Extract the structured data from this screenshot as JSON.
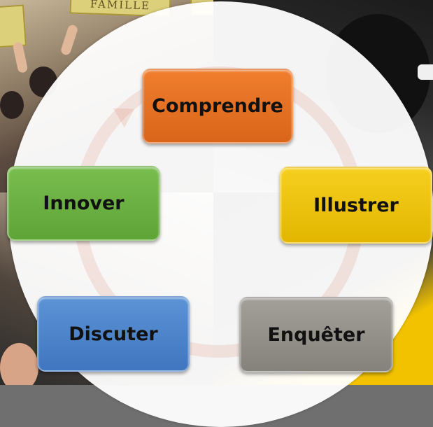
{
  "background": {
    "sign_text": "FAMILLE"
  },
  "cycle": {
    "steps": [
      {
        "label": "Comprendre",
        "color": "#f07e2e",
        "color_dark": "#d9651a"
      },
      {
        "label": "Illustrer",
        "color": "#f6cf1f",
        "color_dark": "#e2b600"
      },
      {
        "label": "Enquêter",
        "color": "#a3a09a",
        "color_dark": "#85827c"
      },
      {
        "label": "Discuter",
        "color": "#5c93d6",
        "color_dark": "#3f76bf"
      },
      {
        "label": "Innover",
        "color": "#79bd4f",
        "color_dark": "#5ea436"
      }
    ],
    "arrow_color": "#e0968299"
  }
}
